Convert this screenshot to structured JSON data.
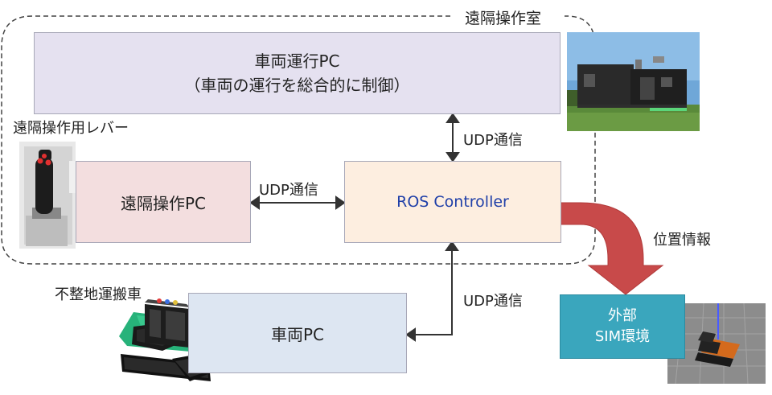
{
  "room": {
    "label": "遠隔操作室"
  },
  "vehicle_ops_pc": {
    "line1": "車両運行PC",
    "line2": "（車両の運行を総合的に制御）"
  },
  "remote_pc": {
    "label": "遠隔操作PC"
  },
  "lever": {
    "label": "遠隔操作用レバー"
  },
  "ros_controller": {
    "label": "ROS Controller"
  },
  "vehicle_pc": {
    "label": "車両PC"
  },
  "rough_terrain": {
    "label": "不整地運搬車"
  },
  "sim": {
    "line1": "外部",
    "line2": "SIM環境"
  },
  "links": {
    "udp_top": "UDP通信",
    "udp_mid": "UDP通信",
    "udp_bottom": "UDP通信",
    "position": "位置情報"
  },
  "colors": {
    "ops_pc_fill": "#e5e1f0",
    "remote_pc_fill": "#f3dedf",
    "ros_fill": "#fdeee0",
    "vehicle_pc_fill": "#dde6f2",
    "sim_fill": "#3aa6bd",
    "position_arrow": "#c84a4a",
    "ros_text": "#1f3fa8"
  }
}
